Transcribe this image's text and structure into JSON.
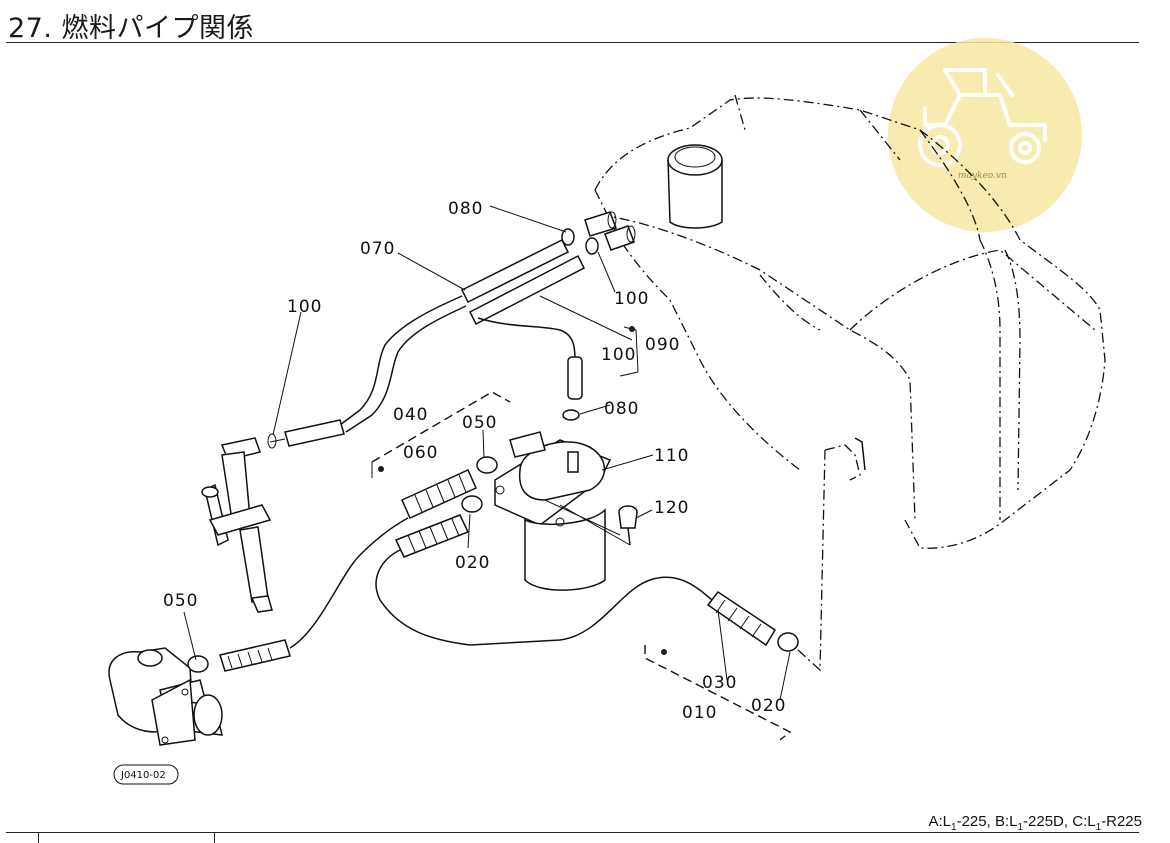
{
  "header": {
    "title": "27. 燃料パイプ関係"
  },
  "logo": {
    "text": "maykeo.vn",
    "color": "#f6e7a2"
  },
  "callouts": {
    "c010": "010",
    "c020_bottom": "020",
    "c020_left": "020",
    "c030": "030",
    "c040": "040",
    "c050_top": "050",
    "c050_left": "050",
    "c060": "060",
    "c070": "070",
    "c080_top": "080",
    "c080_mid": "080",
    "c090": "090",
    "c100_left": "100",
    "c100_right": "100",
    "c100_bracket": "100",
    "c110": "110",
    "c120": "120"
  },
  "drawing_code": "J0410-02",
  "model_note": {
    "a_prefix": "A:L",
    "a_sub": "1",
    "a_suffix": "-225,",
    "b_prefix": "B:L",
    "b_sub": "1",
    "b_suffix": "-225D,",
    "c_prefix": "C:L",
    "c_sub": "1",
    "c_suffix": "-R225"
  }
}
